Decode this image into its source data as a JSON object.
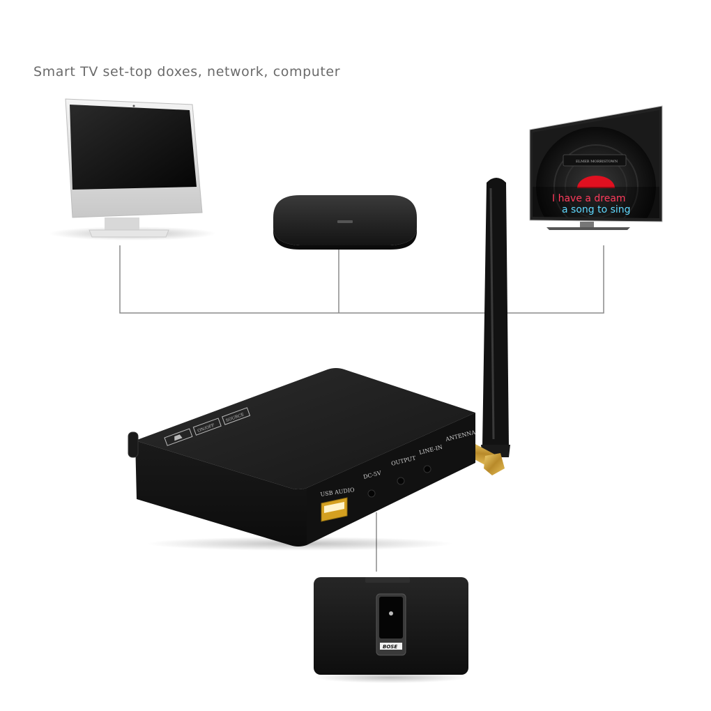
{
  "caption": "Smart TV set-top doxes, network, computer",
  "tv_screen": {
    "line1": "I have a dream",
    "line2": "a song to sing",
    "player_small": "ELMER MORRISTOWN"
  },
  "device": {
    "ports": {
      "usb_audio": "USB AUDIO",
      "dc": "DC-5V",
      "output": "OUTPUT",
      "line_in": "LINE-IN",
      "antenna": "ANTENNA"
    },
    "top_buttons": {
      "btn1": "ON/OFF",
      "btn2": "SOURCE"
    }
  },
  "speaker": {
    "brand": "BOSE"
  },
  "colors": {
    "connector_line": "#8a8a8a",
    "device_body": "#1c1c1c",
    "tv_accent_red": "#e01020",
    "tv_lyric_red": "#ff3b5c",
    "tv_lyric_cyan": "#5fd9ff",
    "antenna_connector": "#c9a03a"
  }
}
